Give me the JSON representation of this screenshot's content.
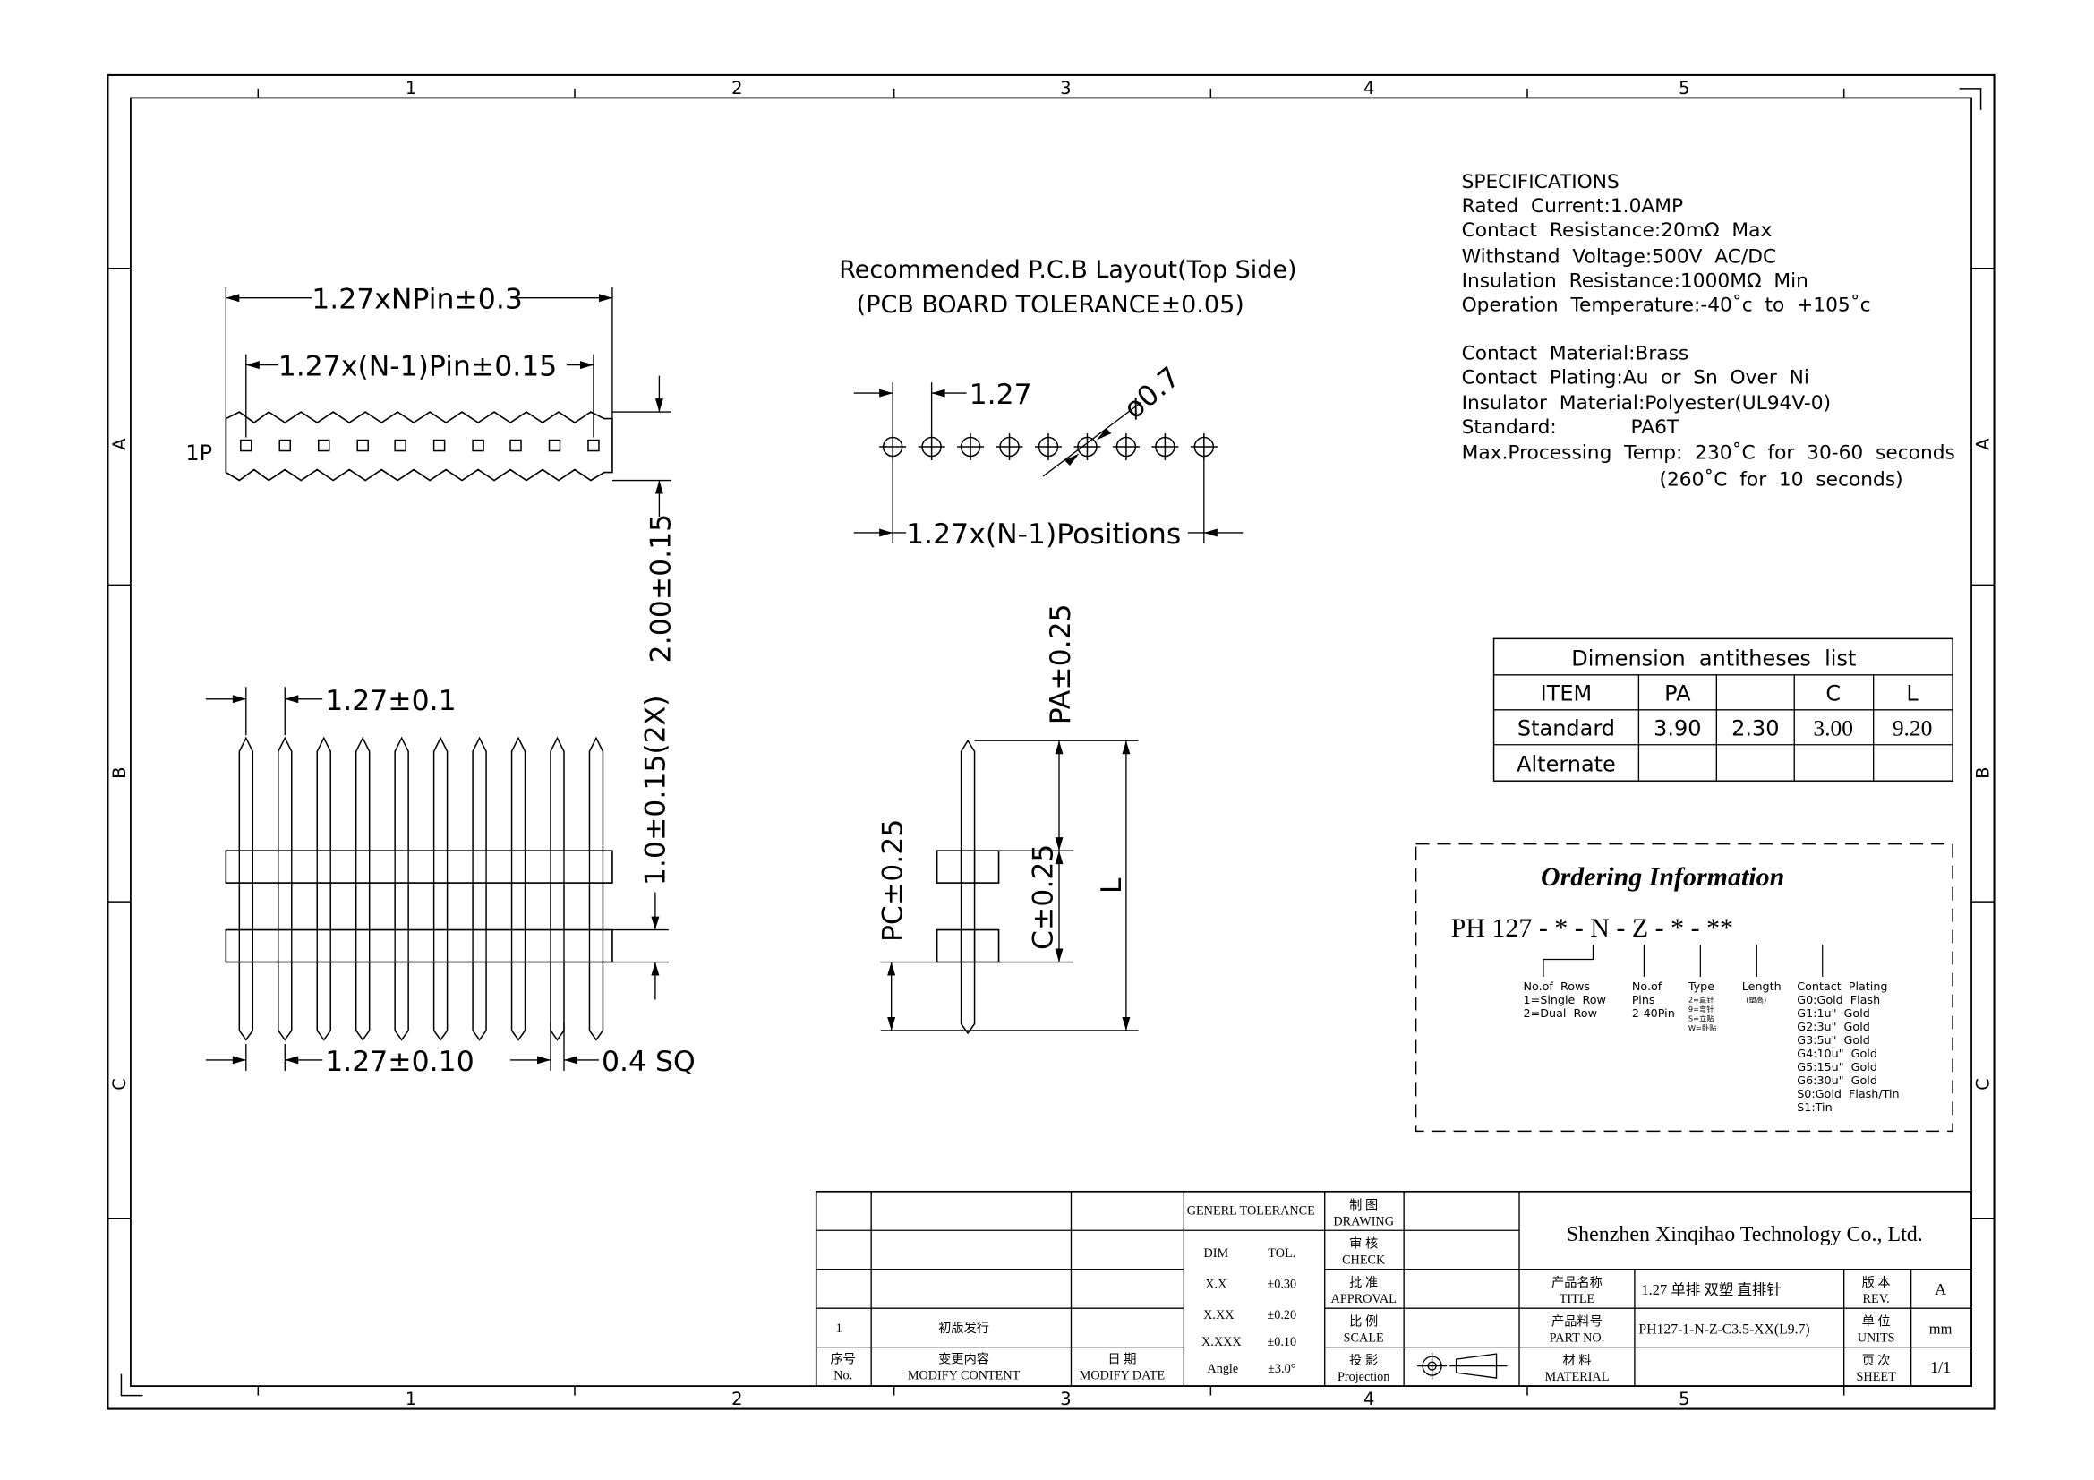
{
  "border": {
    "cols": [
      "1",
      "2",
      "3",
      "4",
      "5"
    ],
    "rows": [
      "A",
      "B",
      "C"
    ]
  },
  "top_view": {
    "dim_total": "1.27xNPin±0.3",
    "dim_pitch_span": "1.27x(N-1)Pin±0.15",
    "label_1p": "1P",
    "dim_height": "2.00±0.15"
  },
  "pcb": {
    "title": "Recommended P.C.B Layout(Top Side)",
    "subtitle": "(PCB BOARD TOLERANCE±0.05)",
    "dim_pitch": "1.27",
    "dim_hole": "ø0.7",
    "dim_span": "1.27x(N-1)Positions"
  },
  "front_view": {
    "dim_pitch_top": "1.27±0.1",
    "dim_gap": "1.0±0.15(2X)",
    "dim_pitch_bottom": "1.27±0.10",
    "dim_pin": "0.4 SQ"
  },
  "side_view": {
    "dim_pa": "PA±0.25",
    "dim_pc": "PC±0.25",
    "dim_c": "C±0.25",
    "dim_l": "L"
  },
  "specs": [
    "SPECIFICATIONS",
    "Rated  Current:1.0AMP",
    "Contact  Resistance:20mΩ  Max",
    "Withstand  Voltage:500V  AC/DC",
    "Insulation  Resistance:1000MΩ  Min",
    "Operation  Temperature:-40˚c  to  +105˚c",
    "",
    "Contact  Material:Brass",
    "Contact  Plating:Au  or  Sn  Over  Ni",
    "Insulator  Material:Polyester(UL94V-0)",
    "Standard:            PA6T",
    "Max.Processing  Temp:  230˚C  for  30-60  seconds",
    "                                (260˚C  for  10  seconds)"
  ],
  "dimension_table": {
    "title": "Dimension  antitheses  list",
    "headers": [
      "ITEM",
      "PA",
      "",
      "C",
      "L"
    ],
    "rows": [
      [
        "Standard",
        "3.90",
        "2.30",
        "3.00",
        "9.20"
      ],
      [
        "Alternate",
        "",
        "",
        "",
        ""
      ]
    ]
  },
  "ordering": {
    "title": "Ordering Information",
    "code": "PH 127 - * - N - Z - * - **",
    "rows_label": [
      "No.of  Rows",
      "1=Single  Row",
      "2=Dual  Row"
    ],
    "pins_label": [
      "No.of",
      "Pins",
      "2-40Pin"
    ],
    "type_label": [
      "Type",
      "2=直针",
      "9=弯针",
      "S=立贴",
      "W=卧贴"
    ],
    "length_label": [
      "Length",
      "(塑高)"
    ],
    "plating_label": [
      "Contact  Plating",
      "G0:Gold  Flash",
      "G1:1u\"  Gold",
      "G2:3u\"  Gold",
      "G3:5u\"  Gold",
      "G4:10u\"  Gold",
      "G5:15u\"  Gold",
      "G6:30u\"  Gold",
      "S0:Gold  Flash/Tin",
      "S1:Tin"
    ]
  },
  "title_block": {
    "rev_no": "1",
    "rev_content": "初版发行",
    "seq_cn": "序号",
    "seq_en": "No.",
    "modify_cn": "变更内容",
    "modify_en": "MODIFY CONTENT",
    "date_cn": "日 期",
    "date_en": "MODIFY DATE",
    "tolerance_title": "GENERL TOLERANCE",
    "dim": "DIM",
    "tol": "TOL.",
    "tol_rows": [
      [
        "X.X",
        "±0.30"
      ],
      [
        "X.XX",
        "±0.20"
      ],
      [
        "X.XXX",
        "±0.10"
      ],
      [
        "Angle",
        "±3.0°"
      ]
    ],
    "drawing_cn": "制 图",
    "drawing_en": "DRAWING",
    "check_cn": "审 核",
    "check_en": "CHECK",
    "approval_cn": "批 准",
    "approval_en": "APPROVAL",
    "scale_cn": "比 例",
    "scale_en": "SCALE",
    "projection_cn": "投 影",
    "projection_en": "Projection",
    "company": "Shenzhen Xinqihao Technology Co., Ltd.",
    "title_cn": "产品名称",
    "title_en": "TITLE",
    "title_value": "1.27 单排 双塑 直排针",
    "part_cn": "产品料号",
    "part_en": "PART NO.",
    "part_value": "PH127-1-N-Z-C3.5-XX(L9.7)",
    "material_cn": "材 料",
    "material_en": "MATERIAL",
    "rev_cn": "版 本",
    "rev_en": "REV.",
    "rev_value": "A",
    "units_cn": "单 位",
    "units_en": "UNITS",
    "units_value": "mm",
    "sheet_cn": "页 次",
    "sheet_en": "SHEET",
    "sheet_value": "1/1"
  }
}
